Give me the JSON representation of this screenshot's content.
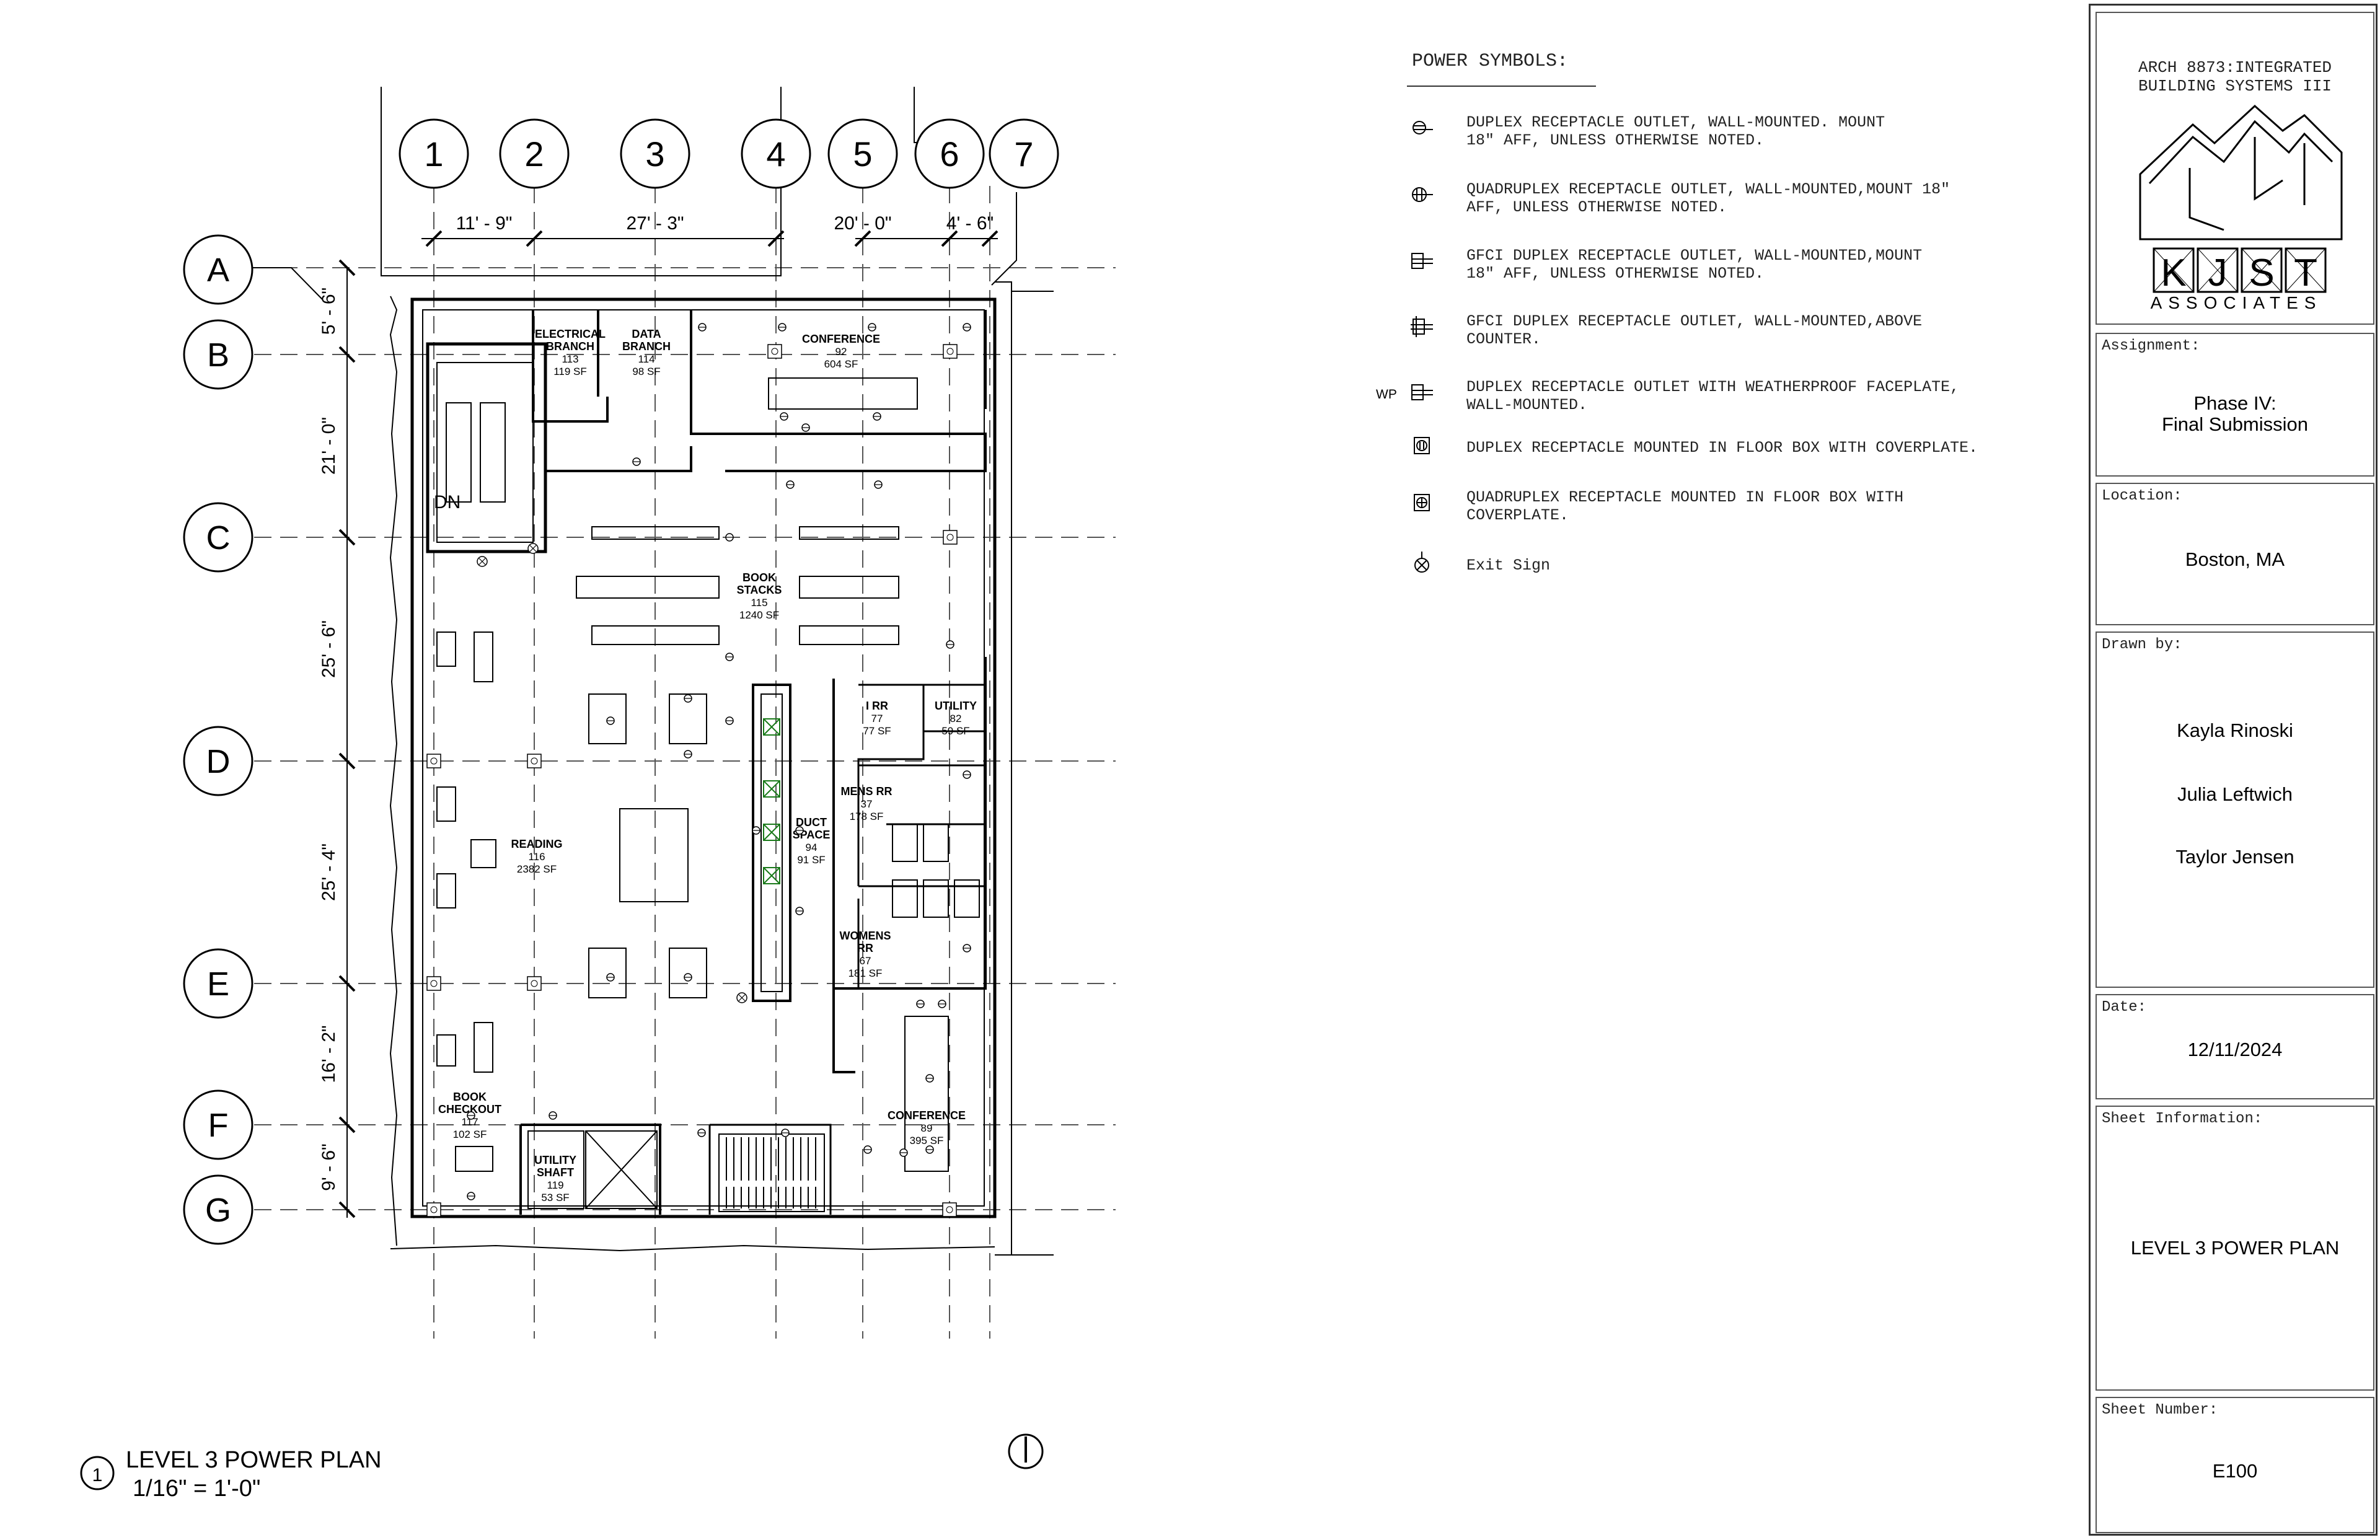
{
  "grid": {
    "columns": [
      "1",
      "2",
      "3",
      "4",
      "5",
      "6",
      "7"
    ],
    "rows": [
      "A",
      "B",
      "C",
      "D",
      "E",
      "F",
      "G"
    ],
    "col_dims": [
      "11' - 9\"",
      "27' - 3\"",
      "20' - 0\"",
      "4' - 6\""
    ],
    "row_dims": [
      "5' - 6\"",
      "21' - 0\"",
      "25' - 6\"",
      "25' - 4\"",
      "16' - 2\"",
      "9' - 6\""
    ]
  },
  "rooms": [
    {
      "name": "ELECTRICAL\nBRANCH",
      "num": "113",
      "area": "119 SF"
    },
    {
      "name": "DATA\nBRANCH",
      "num": "114",
      "area": "98 SF"
    },
    {
      "name": "CONFERENCE",
      "num": "92",
      "area": "604 SF"
    },
    {
      "name": "BOOK\nSTACKS",
      "num": "115",
      "area": "1240 SF"
    },
    {
      "name": "I RR",
      "num": "77",
      "area": "77 SF"
    },
    {
      "name": "UTILITY",
      "num": "82",
      "area": "59 SF"
    },
    {
      "name": "MENS RR",
      "num": "37",
      "area": "178 SF"
    },
    {
      "name": "DUCT\nSPACE",
      "num": "94",
      "area": "91 SF"
    },
    {
      "name": "READING",
      "num": "116",
      "area": "2382 SF"
    },
    {
      "name": "WOMENS\nRR",
      "num": "67",
      "area": "181 SF"
    },
    {
      "name": "BOOK\nCHECKOUT",
      "num": "117",
      "area": "102 SF"
    },
    {
      "name": "UTILITY\nSHAFT",
      "num": "119",
      "area": "53 SF"
    },
    {
      "name": "CONFERENCE",
      "num": "89",
      "area": "395 SF"
    }
  ],
  "stair_label": "DN",
  "view": {
    "number": "1",
    "title": "LEVEL 3 POWER PLAN",
    "scale": "1/16\" = 1'-0\""
  },
  "legend": {
    "title": "POWER SYMBOLS:",
    "wp_tag": "WP",
    "items": [
      {
        "icon": "duplex-receptacle-icon",
        "text": "DUPLEX RECEPTACLE OUTLET, WALL-MOUNTED. MOUNT\n18\" AFF, UNLESS OTHERWISE NOTED."
      },
      {
        "icon": "quadruplex-receptacle-icon",
        "text": "QUADRUPLEX RECEPTACLE OUTLET, WALL-MOUNTED,MOUNT 18\"\nAFF, UNLESS OTHERWISE NOTED."
      },
      {
        "icon": "gfci-duplex-icon",
        "text": "GFCI DUPLEX RECEPTACLE OUTLET, WALL-MOUNTED,MOUNT\n18\" AFF, UNLESS OTHERWISE NOTED."
      },
      {
        "icon": "gfci-duplex-counter-icon",
        "text": "GFCI DUPLEX RECEPTACLE OUTLET, WALL-MOUNTED,ABOVE\nCOUNTER."
      },
      {
        "icon": "weatherproof-duplex-icon",
        "text": "DUPLEX RECEPTACLE OUTLET WITH WEATHERPROOF FACEPLATE,\nWALL-MOUNTED."
      },
      {
        "icon": "floor-box-duplex-icon",
        "text": "DUPLEX RECEPTACLE MOUNTED IN FLOOR BOX WITH COVERPLATE."
      },
      {
        "icon": "floor-box-quadruplex-icon",
        "text": "QUADRUPLEX RECEPTACLE MOUNTED IN FLOOR BOX WITH\nCOVERPLATE."
      },
      {
        "icon": "exit-sign-icon",
        "text": "Exit Sign"
      }
    ]
  },
  "title_block": {
    "course": "ARCH 8873:INTEGRATED\nBUILDING SYSTEMS III",
    "logo_letters": [
      "K",
      "J",
      "S",
      "T"
    ],
    "logo_sub": "ASSOCIATES",
    "assignment_label": "Assignment:",
    "assignment": "Phase IV:\nFinal Submission",
    "location_label": "Location:",
    "location": "Boston, MA",
    "drawn_label": "Drawn by:",
    "drawn_by": [
      "Kayla Rinoski",
      "Julia Leftwich",
      "Taylor Jensen"
    ],
    "date_label": "Date:",
    "date": "12/11/2024",
    "sheet_info_label": "Sheet Information:",
    "sheet_info": "LEVEL 3 POWER PLAN",
    "sheet_number_label": "Sheet Number:",
    "sheet_number": "E100"
  },
  "colors": {
    "line": "#000000",
    "grid": "#555555",
    "duct": "#1a7a1a"
  }
}
